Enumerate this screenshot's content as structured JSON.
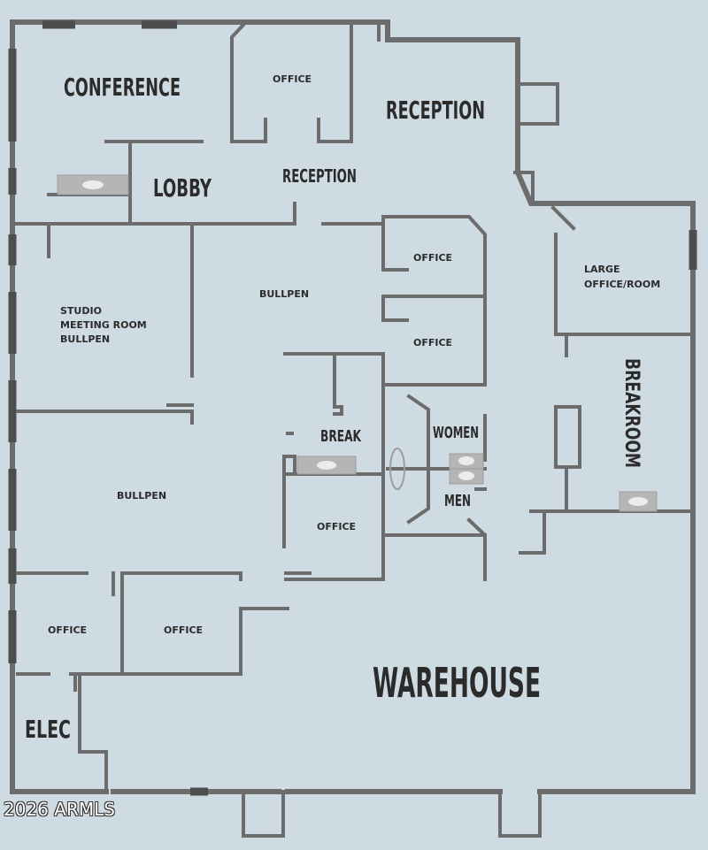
{
  "rooms": {
    "conference": "CONFERENCE",
    "office_top": "OFFICE",
    "reception_main": "RECEPTION",
    "lobby": "LOBBY",
    "reception_inner": "RECEPTION",
    "office_1": "OFFICE",
    "large_office_line1": "LARGE",
    "large_office_line2": "OFFICE/ROOM",
    "studio_line1": "STUDIO",
    "studio_line2": "MEETING ROOM",
    "studio_line3": "BULLPEN",
    "bullpen_upper": "BULLPEN",
    "office_2": "OFFICE",
    "breakroom": "BREAKROOM",
    "break": "BREAK",
    "women": "WOMEN",
    "men": "MEN",
    "bullpen_lower": "BULLPEN",
    "office_3": "OFFICE",
    "office_4": "OFFICE",
    "office_5": "OFFICE",
    "warehouse": "WAREHOUSE",
    "elec": "ELEC"
  },
  "copyright": "2026 ARMLS",
  "colors": {
    "background": "#cfdbe2",
    "wall": "#6c6c6c",
    "label": "#2b2b2b"
  }
}
